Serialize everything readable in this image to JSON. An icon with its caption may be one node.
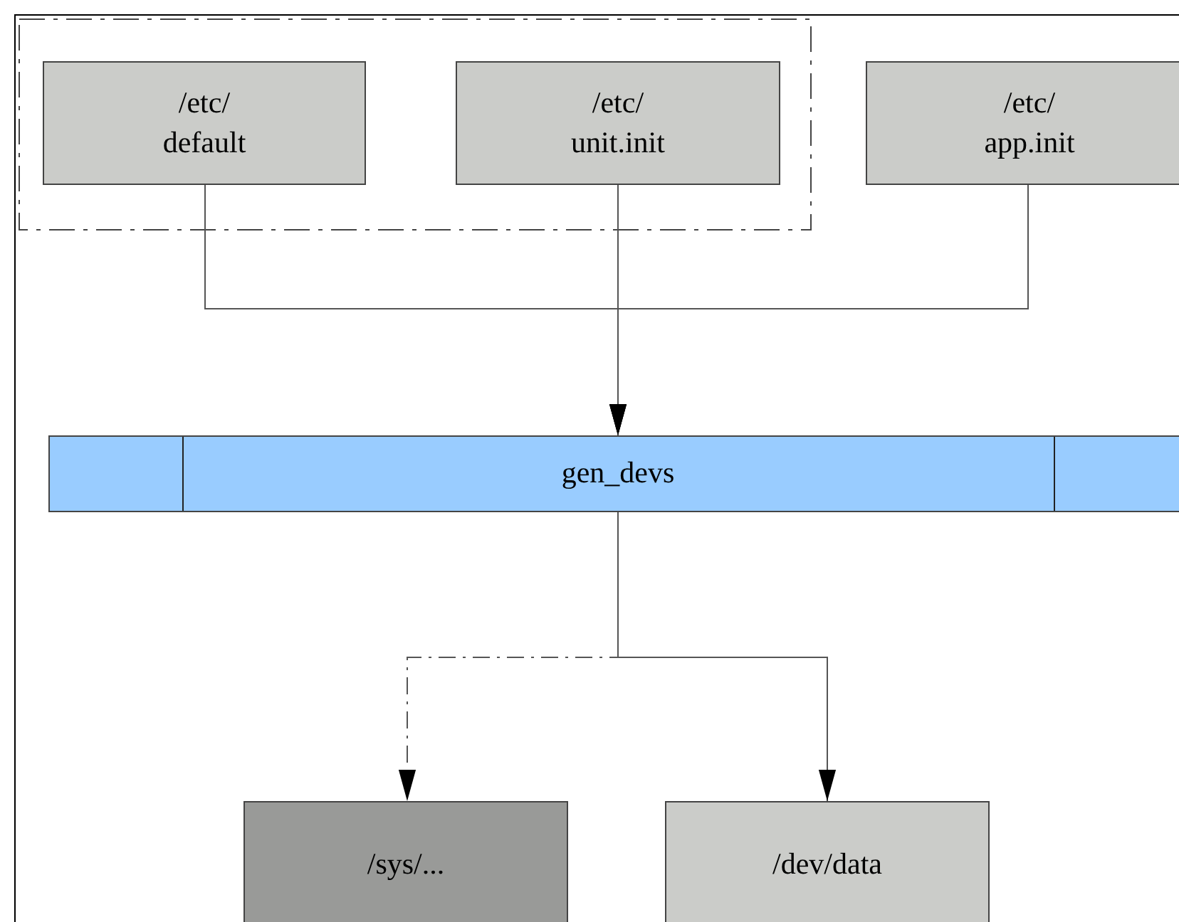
{
  "diagram": {
    "nodes": [
      {
        "text": [],
        "shape": "box"
      },
      {
        "text": [
          "/etc/ default"
        ],
        "in": 0
      },
      {
        "text": [
          "/etc/ unit.init"
        ],
        "in": 0
      },
      {
        "text": [
          "/etc/ app.init"
        ]
      },
      {
        "text": [
          "gen_devs"
        ]
      },
      {
        "text": [
          "/sys/..."
        ]
      },
      {
        "text": [
          "/dev/data"
        ]
      }
    ],
    "edges": [
      {
        "from": 1,
        "to": 4,
        "arrow": "to"
      },
      {
        "from": 2,
        "to": 4,
        "arrow": "to"
      },
      {
        "from": 3,
        "to": 4,
        "arrow": "to"
      },
      {
        "from": 4,
        "to": 5,
        "arrow": "to",
        "style": "dashed"
      },
      {
        "from": 4,
        "to": 6,
        "arrow": "to"
      }
    ]
  }
}
